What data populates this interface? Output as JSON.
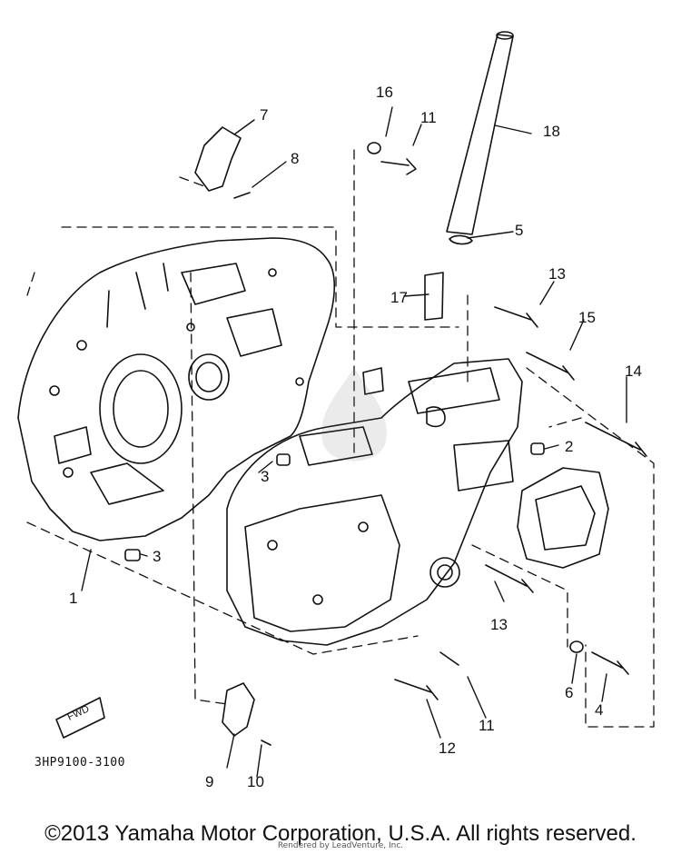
{
  "diagram": {
    "code": "3HP9100-3100",
    "fwd_marker": "FWD",
    "callouts": [
      "1",
      "2",
      "3",
      "3",
      "3",
      "4",
      "5",
      "6",
      "7",
      "8",
      "9",
      "10",
      "11",
      "11",
      "12",
      "13",
      "13",
      "14",
      "15",
      "16",
      "17",
      "18"
    ]
  },
  "footer": {
    "copyright": "©2013 Yamaha Motor Corporation, U.S.A. All rights reserved.",
    "render_credit": "Rendered by LeadVenture, Inc."
  }
}
